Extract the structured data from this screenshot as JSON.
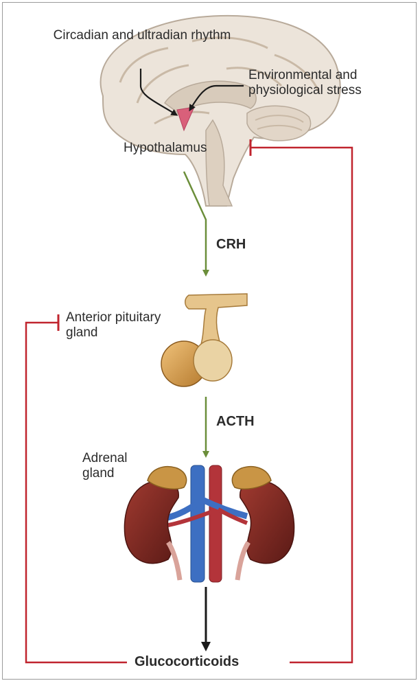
{
  "labels": {
    "circadian": "Circadian and ultradian rhythm",
    "stress": "Environmental and physiological stress",
    "hypothalamus": "Hypothalamus",
    "crh": "CRH",
    "pituitary": "Anterior pituitary gland",
    "acth": "ACTH",
    "adrenal": "Adrenal gland",
    "glucocorticoids": "Glucocorticoids"
  },
  "colors": {
    "stimulate_arrow": "#6b8e3a",
    "inhibit_line": "#c0242e",
    "output_arrow": "#1a1a1a",
    "hypothalamus": "#d9607a",
    "brain": "#ece4da",
    "pituitary_gland": "#d4a25a",
    "kidney": "#7a2520",
    "adrenal_cap": "#c99545",
    "vein": "#3d6fc2",
    "artery": "#b3343a"
  }
}
